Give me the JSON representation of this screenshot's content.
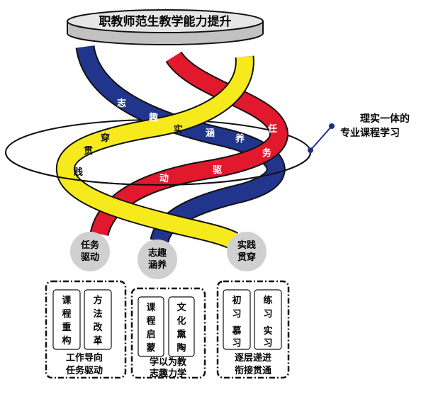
{
  "title": "职教师范生教学能力提升",
  "side_label_line1": "理实一体的",
  "side_label_line2": "专业课程学习",
  "ribbon_text": {
    "yellow": [
      "践",
      "贯",
      "穿",
      "实"
    ],
    "blue": [
      "志",
      "趣",
      "涵",
      "养"
    ],
    "red": [
      "任",
      "务",
      "驱",
      "动"
    ]
  },
  "nodes": [
    {
      "line1": "任务",
      "line2": "驱动"
    },
    {
      "line1": "志趣",
      "line2": "涵养"
    },
    {
      "line1": "实践",
      "line2": "贯穿"
    }
  ],
  "boxes": [
    {
      "inner": [
        {
          "chars": [
            "课",
            "程",
            "重",
            "构"
          ]
        },
        {
          "chars": [
            "方",
            "法",
            "改",
            "革"
          ]
        }
      ],
      "caption1": "工作导向",
      "caption2": "任务驱动"
    },
    {
      "inner": [
        {
          "chars": [
            "课",
            "程",
            "启",
            "蒙"
          ]
        },
        {
          "chars": [
            "文",
            "化",
            "熏",
            "陶"
          ]
        }
      ],
      "caption1": "学以为教",
      "caption2": "志趣力学"
    },
    {
      "inner": [
        {
          "chars": [
            "初",
            "习",
            "慕",
            "习"
          ]
        },
        {
          "chars": [
            "练",
            "习",
            "实",
            "习"
          ]
        }
      ],
      "caption1": "逐层递进",
      "caption2": "衔接贯通"
    }
  ],
  "colors": {
    "yellow": "#f7ea1c",
    "blue": "#22358c",
    "red": "#e2182d",
    "node_gray": "#d0d0d0",
    "disk_top": "#e6e6e6",
    "disk_side": "#c2c2c2",
    "accent_dot": "#1f2d8a"
  }
}
